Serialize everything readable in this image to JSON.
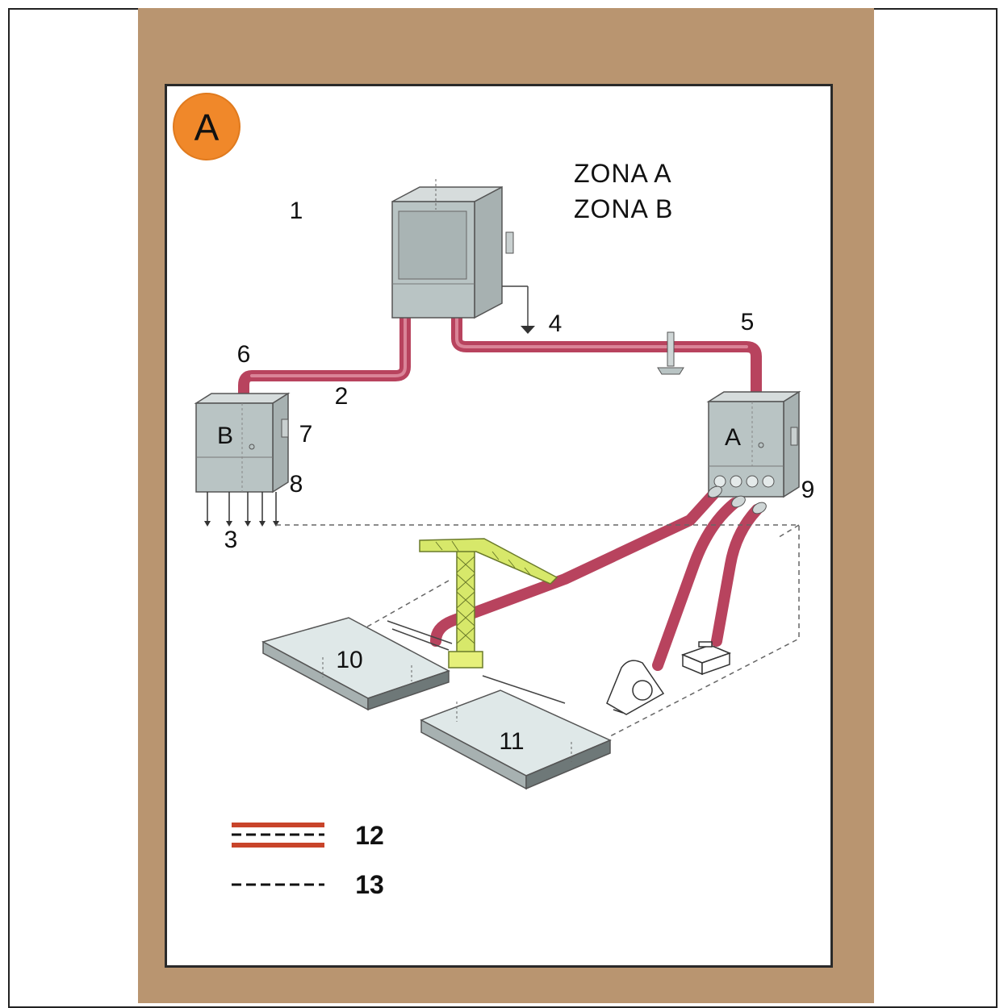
{
  "badge": {
    "letter": "A",
    "color": "#f0882a"
  },
  "zones": {
    "line1": "ZONA  A",
    "line2": "ZONA  B"
  },
  "labels": {
    "n1": "1",
    "n2": "2",
    "n3": "3",
    "n4": "4",
    "n5": "5",
    "n6": "6",
    "n7": "7",
    "n8": "8",
    "n9": "9",
    "n10": "10",
    "n11": "11"
  },
  "boxes": {
    "left_letter": "B",
    "right_letter": "A"
  },
  "legend": {
    "item12": "12",
    "item13": "13"
  },
  "colors": {
    "poster_bg": "#b99570",
    "cable": "#b8435e",
    "box": "#b9c4c4",
    "crane": "#d7e86a",
    "slab": "#dfe8e8",
    "legend_red": "#c8442a"
  }
}
